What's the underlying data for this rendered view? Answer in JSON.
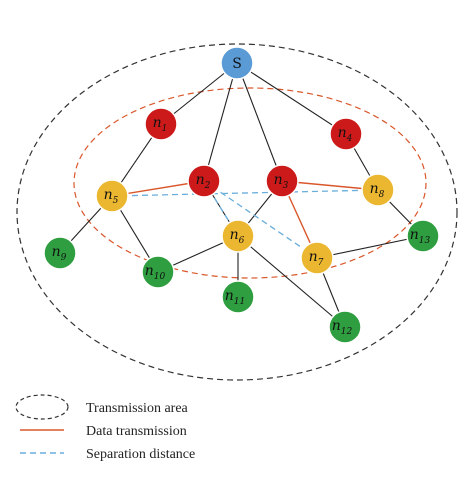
{
  "colors": {
    "source": "#5b9bd5",
    "red": "#cc1a1a",
    "yellow": "#ecb730",
    "green": "#2e9e40",
    "transmission_area": "#333333",
    "data_transmission": "#d9572b",
    "separation_distance": "#6aaedb",
    "link": "#222222"
  },
  "nodes": [
    {
      "id": "S",
      "label": "S",
      "color": "source"
    },
    {
      "id": "n1",
      "base": "n",
      "sub": "1",
      "color": "red"
    },
    {
      "id": "n2",
      "base": "n",
      "sub": "2",
      "color": "red"
    },
    {
      "id": "n3",
      "base": "n",
      "sub": "3",
      "color": "red"
    },
    {
      "id": "n4",
      "base": "n",
      "sub": "4",
      "color": "red"
    },
    {
      "id": "n5",
      "base": "n",
      "sub": "5",
      "color": "yellow"
    },
    {
      "id": "n6",
      "base": "n",
      "sub": "6",
      "color": "yellow"
    },
    {
      "id": "n7",
      "base": "n",
      "sub": "7",
      "color": "yellow"
    },
    {
      "id": "n8",
      "base": "n",
      "sub": "8",
      "color": "yellow"
    },
    {
      "id": "n9",
      "base": "n",
      "sub": "9",
      "color": "green"
    },
    {
      "id": "n10",
      "base": "n",
      "sub": "10",
      "color": "green"
    },
    {
      "id": "n11",
      "base": "n",
      "sub": "11",
      "color": "green"
    },
    {
      "id": "n12",
      "base": "n",
      "sub": "12",
      "color": "green"
    },
    {
      "id": "n13",
      "base": "n",
      "sub": "13",
      "color": "green"
    }
  ],
  "links": [
    [
      "S",
      "n1"
    ],
    [
      "S",
      "n2"
    ],
    [
      "S",
      "n3"
    ],
    [
      "S",
      "n4"
    ],
    [
      "n1",
      "n5"
    ],
    [
      "n4",
      "n8"
    ],
    [
      "n2",
      "n6"
    ],
    [
      "n3",
      "n6"
    ],
    [
      "n5",
      "n9"
    ],
    [
      "n5",
      "n10"
    ],
    [
      "n6",
      "n10"
    ],
    [
      "n6",
      "n11"
    ],
    [
      "n6",
      "n12"
    ],
    [
      "n7",
      "n12"
    ],
    [
      "n7",
      "n13"
    ],
    [
      "n8",
      "n13"
    ]
  ],
  "data_links": [
    [
      "n5",
      "n2"
    ],
    [
      "n3",
      "n8"
    ],
    [
      "n3",
      "n7"
    ]
  ],
  "separation_links": [
    [
      "n5",
      "n8"
    ],
    [
      "n2",
      "n6"
    ],
    [
      "n2",
      "n7"
    ]
  ],
  "legend": [
    {
      "key": "transmission_area",
      "label": "Transmission area"
    },
    {
      "key": "data_transmission",
      "label": "Data transmission"
    },
    {
      "key": "separation_distance",
      "label": "Separation distance"
    }
  ]
}
